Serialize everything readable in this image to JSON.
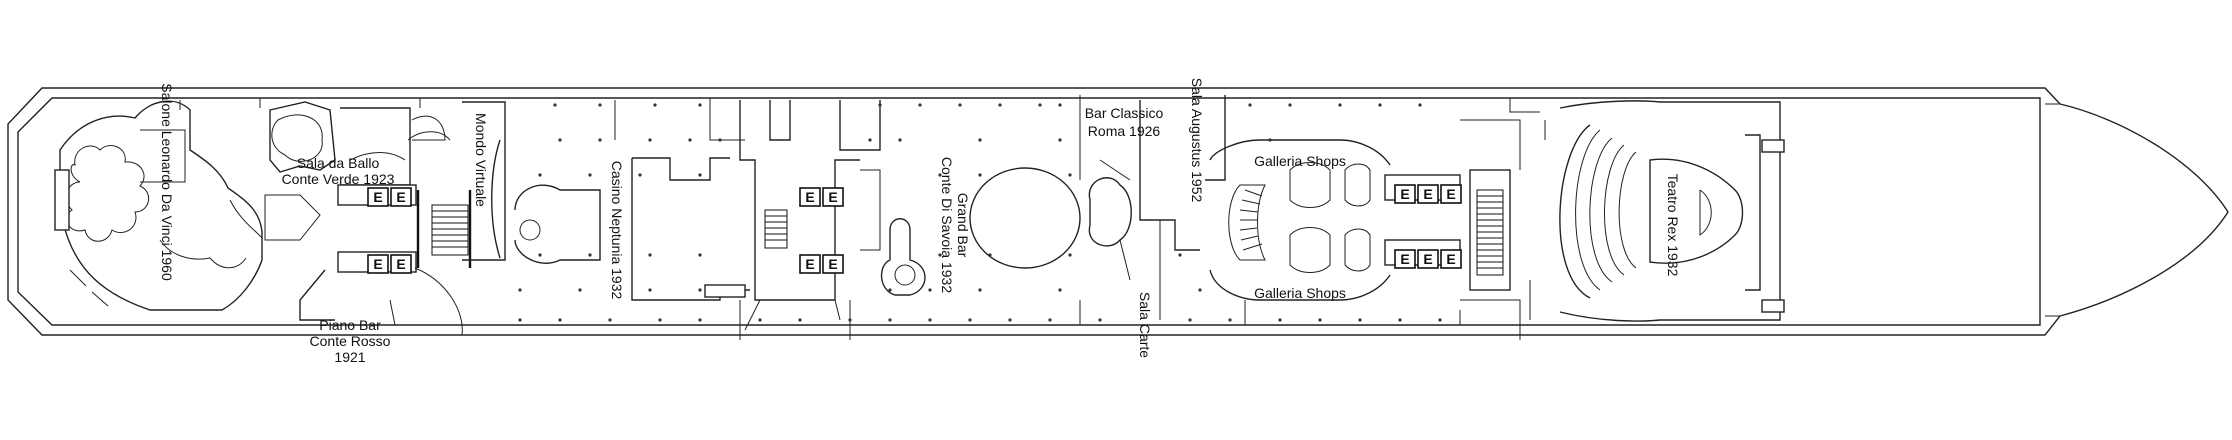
{
  "deck_plan": {
    "venues": [
      {
        "id": "salone-leonardo",
        "label": "Salone Leonardo Da Vinci 1960"
      },
      {
        "id": "sala-da-ballo-line1",
        "label": "Sala da Ballo"
      },
      {
        "id": "sala-da-ballo-line2",
        "label": "Conte Verde 1923"
      },
      {
        "id": "mondo-virtuale",
        "label": "Mondo Virtuale"
      },
      {
        "id": "piano-bar-line1",
        "label": "Piano Bar"
      },
      {
        "id": "piano-bar-line2",
        "label": "Conte Rosso"
      },
      {
        "id": "piano-bar-line3",
        "label": "1921"
      },
      {
        "id": "casino-neptunia",
        "label": "Casino Neptunia 1932"
      },
      {
        "id": "grand-bar-line1",
        "label": "Grand Bar"
      },
      {
        "id": "grand-bar-line2",
        "label": "Conte Di Savoia 1932"
      },
      {
        "id": "bar-classico-line1",
        "label": "Bar Classico"
      },
      {
        "id": "bar-classico-line2",
        "label": "Roma 1926"
      },
      {
        "id": "sala-augustus",
        "label": "Sala Augustus 1952"
      },
      {
        "id": "sala-carte",
        "label": "Sala Carte"
      },
      {
        "id": "galleria-shops-top",
        "label": "Galleria Shops"
      },
      {
        "id": "galleria-shops-bottom",
        "label": "Galleria Shops"
      },
      {
        "id": "teatro-rex",
        "label": "Teatro Rex 1932"
      }
    ],
    "elevator_symbol": "E",
    "icons": [
      "elevator-icon",
      "stairs-icon"
    ]
  }
}
